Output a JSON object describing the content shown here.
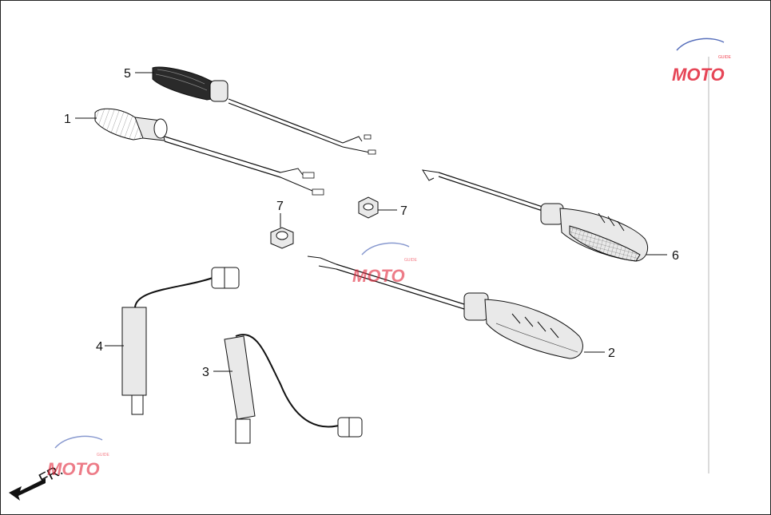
{
  "callouts": [
    {
      "label": "1"
    },
    {
      "label": "2"
    },
    {
      "label": "3"
    },
    {
      "label": "4"
    },
    {
      "label": "5"
    },
    {
      "label": "6"
    },
    {
      "label": "7"
    },
    {
      "label": "7"
    }
  ],
  "direction": {
    "label": "FR."
  },
  "watermark": {
    "text": "MOTO",
    "subtext": "GUIDE"
  },
  "colors": {
    "line": "#111111",
    "shade": "#e9e9e9",
    "dark": "#2a2a2a",
    "wm_red": "#e2263a",
    "wm_blue": "#3a56b0"
  }
}
